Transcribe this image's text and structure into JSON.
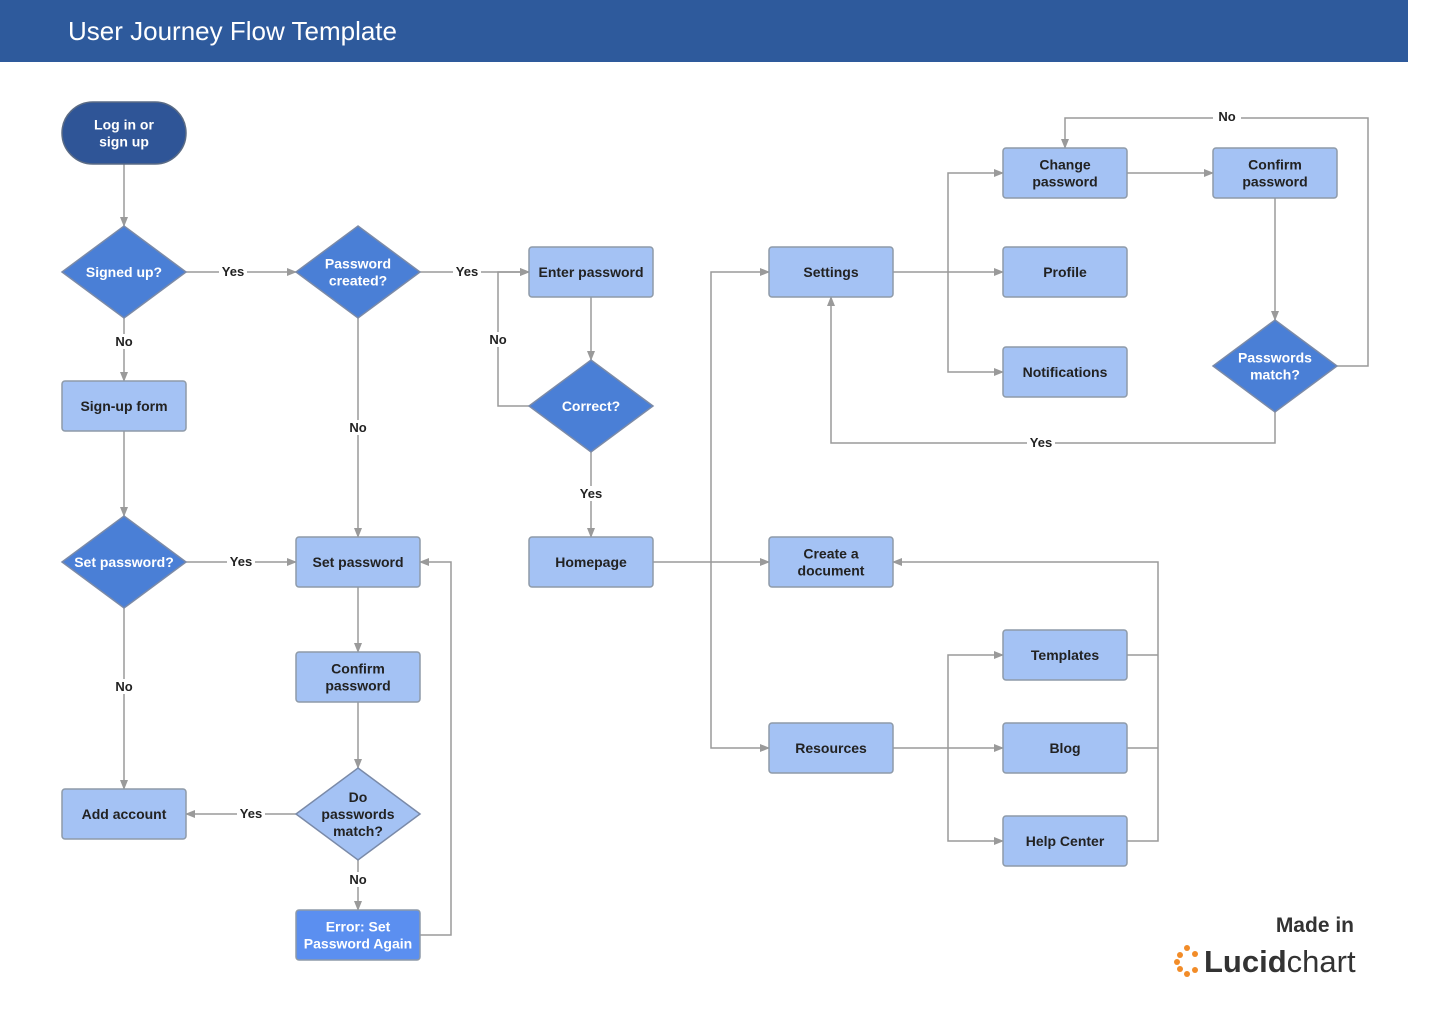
{
  "title": "User Journey Flow Template",
  "colors": {
    "header": "#2e5a9c",
    "start": "#2f5597",
    "process": "#a4c2f4",
    "decision_dark": "#4a7fd6",
    "decision_light": "#a4c2f4",
    "error": "#5b8ff0",
    "stroke": "#8e9aa8",
    "edge": "#9a9a9a"
  },
  "nodes": {
    "login": {
      "lines": [
        "Log in or",
        "sign up"
      ],
      "shape": "terminal"
    },
    "signed_up": {
      "lines": [
        "Signed up?"
      ],
      "shape": "decision"
    },
    "pwd_created": {
      "lines": [
        "Password",
        "created?"
      ],
      "shape": "decision"
    },
    "enter_pwd": {
      "lines": [
        "Enter password"
      ],
      "shape": "process"
    },
    "correct": {
      "lines": [
        "Correct?"
      ],
      "shape": "decision"
    },
    "signup_form": {
      "lines": [
        "Sign-up form"
      ],
      "shape": "process"
    },
    "set_pwd_q": {
      "lines": [
        "Set password?"
      ],
      "shape": "decision"
    },
    "set_pwd": {
      "lines": [
        "Set password"
      ],
      "shape": "process"
    },
    "confirm_pwd_left": {
      "lines": [
        "Confirm",
        "password"
      ],
      "shape": "process"
    },
    "do_match": {
      "lines": [
        "Do",
        "passwords",
        "match?"
      ],
      "shape": "decision-light"
    },
    "add_account": {
      "lines": [
        "Add account"
      ],
      "shape": "process"
    },
    "error": {
      "lines": [
        "Error: Set",
        "Password Again"
      ],
      "shape": "error"
    },
    "homepage": {
      "lines": [
        "Homepage"
      ],
      "shape": "process"
    },
    "settings": {
      "lines": [
        "Settings"
      ],
      "shape": "process"
    },
    "create_doc": {
      "lines": [
        "Create a",
        "document"
      ],
      "shape": "process"
    },
    "resources": {
      "lines": [
        "Resources"
      ],
      "shape": "process"
    },
    "change_pwd": {
      "lines": [
        "Change",
        "password"
      ],
      "shape": "process"
    },
    "confirm_pwd_right": {
      "lines": [
        "Confirm",
        "password"
      ],
      "shape": "process"
    },
    "profile": {
      "lines": [
        "Profile"
      ],
      "shape": "process"
    },
    "notifications": {
      "lines": [
        "Notifications"
      ],
      "shape": "process"
    },
    "pwds_match": {
      "lines": [
        "Passwords",
        "match?"
      ],
      "shape": "decision"
    },
    "templates": {
      "lines": [
        "Templates"
      ],
      "shape": "process"
    },
    "blog": {
      "lines": [
        "Blog"
      ],
      "shape": "process"
    },
    "help_center": {
      "lines": [
        "Help Center"
      ],
      "shape": "process"
    }
  },
  "edge_labels": {
    "signed_yes": "Yes",
    "signed_no": "No",
    "created_yes": "Yes",
    "created_no": "No",
    "correct_no": "No",
    "correct_yes": "Yes",
    "setq_yes": "Yes",
    "setq_no": "No",
    "match_yes": "Yes",
    "match_no": "No",
    "pm_no": "No",
    "pm_yes": "Yes"
  },
  "branding": {
    "made_in": "Made in",
    "logo_text": "Lucidchart"
  }
}
